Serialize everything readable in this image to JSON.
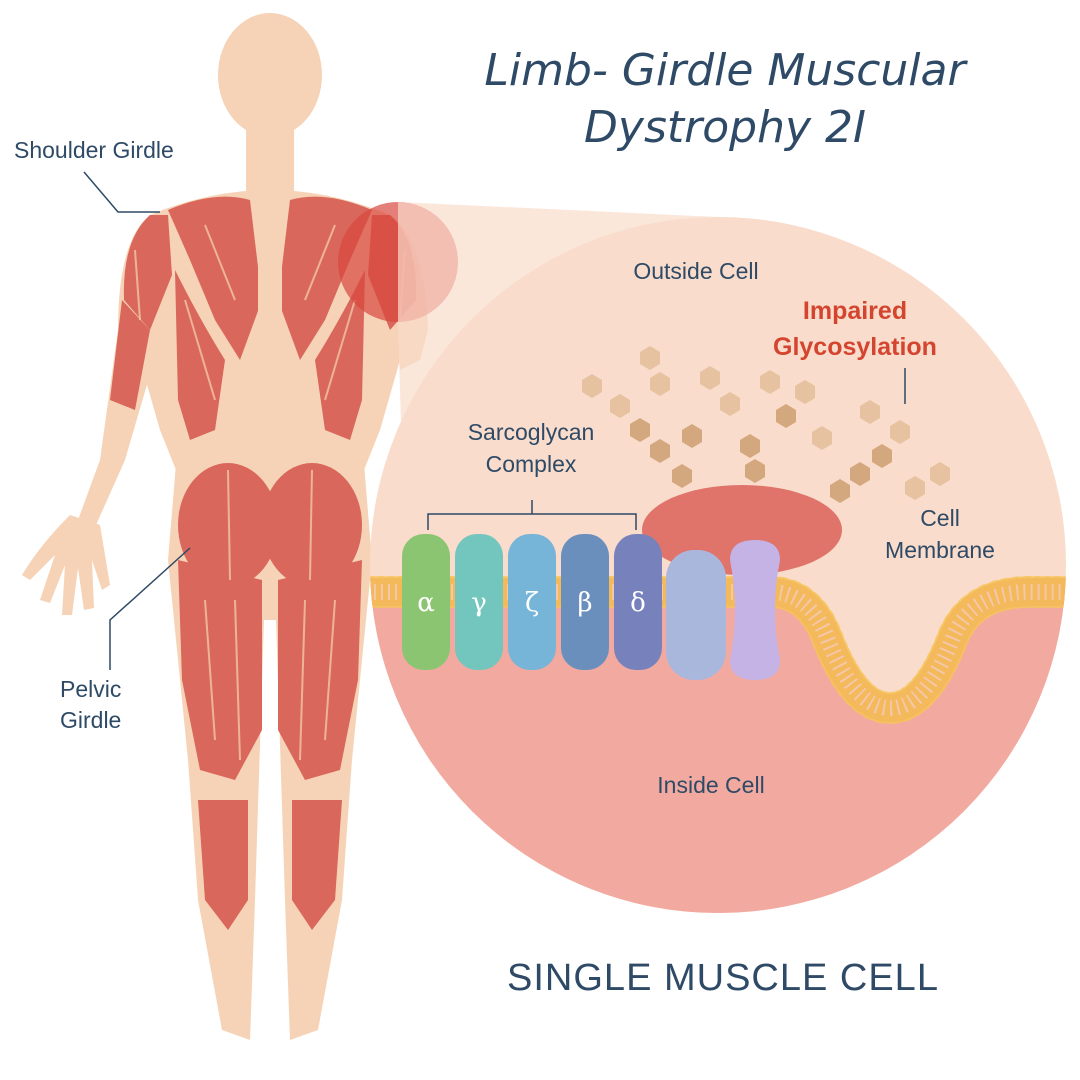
{
  "title": {
    "line1": "Limb- Girdle Muscular",
    "line2": "Dystrophy 2I"
  },
  "body_labels": {
    "shoulder_girdle": "Shoulder Girdle",
    "pelvic_line1": "Pelvic",
    "pelvic_line2": "Girdle"
  },
  "cell_labels": {
    "outside_cell": "Outside Cell",
    "inside_cell": "Inside Cell",
    "impaired_line1": "Impaired",
    "impaired_line2": "Glycosylation",
    "sarcoglycan_line1": "Sarcoglycan",
    "sarcoglycan_line2": "Complex",
    "membrane_line1": "Cell",
    "membrane_line2": "Membrane"
  },
  "sarcoglycans": [
    {
      "symbol": "α",
      "color": "#8cc571"
    },
    {
      "symbol": "γ",
      "color": "#73c6bd"
    },
    {
      "symbol": "ζ",
      "color": "#76b4d8"
    },
    {
      "symbol": "β",
      "color": "#6b8fbc"
    },
    {
      "symbol": "δ",
      "color": "#7782bd"
    }
  ],
  "caption": "SINGLE MUSCLE CELL",
  "colors": {
    "text": "#2e4a66",
    "highlight": "#d4452f",
    "skin": "#f6d3b6",
    "muscle": "#d9675c",
    "cell_bg": "#f9dccb",
    "inside": "#f2aaa0"
  }
}
